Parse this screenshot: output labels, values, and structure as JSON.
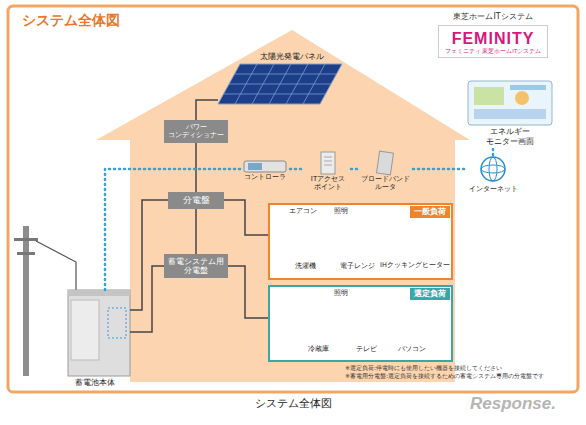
{
  "diagram": {
    "title": "システム全体図",
    "caption": "システム全体図",
    "nodes": [
      {
        "text": [
          "太陽光発電パネル"
        ]
      },
      {
        "text": [
          "パワー コンディショナー"
        ]
      },
      {
        "text": [
          "コントローラ"
        ]
      },
      {
        "text": [
          "ITアクセス ポイント"
        ]
      },
      {
        "text": [
          "ブロードバンド ルータ"
        ]
      },
      {
        "text": [
          "分電盤"
        ]
      },
      {
        "text": [
          "一般負荷"
        ]
      },
      {
        "text": [
          "エアコン"
        ],
        "in": 6
      },
      {
        "text": [
          "照明"
        ],
        "in": 6
      },
      {
        "text": [
          "洗濯機"
        ],
        "in": 6
      },
      {
        "text": [
          "電子レンジ"
        ],
        "in": 6
      },
      {
        "text": [
          "IHクッキングヒーター"
        ],
        "in": 6
      },
      {
        "text": [
          "蓄電システム用 分電盤"
        ]
      },
      {
        "text": [
          "選定負荷"
        ]
      },
      {
        "text": [
          "照明"
        ],
        "in": 13
      },
      {
        "text": [
          "冷蔵庫"
        ],
        "in": 13
      },
      {
        "text": [
          "テレビ"
        ],
        "in": 13
      },
      {
        "text": [
          "パソコン"
        ],
        "in": 13
      },
      {
        "text": [
          "蓄電池本体"
        ]
      },
      {
        "text": [
          "東芝ホームITシステム",
          "FEMINITY",
          "フェミニティ 東芝ホームITシステム"
        ]
      },
      {
        "text": [
          "エネルギー モニター画面"
        ]
      },
      {
        "text": [
          "インターネット"
        ]
      }
    ],
    "edges": [
      {
        "from": 0,
        "to": 1,
        "arrow": "none"
      },
      {
        "from": 1,
        "to": 5,
        "arrow": "none"
      },
      {
        "from": 5,
        "to": 6,
        "arrow": "none"
      },
      {
        "from": 5,
        "to": 12,
        "arrow": "none"
      },
      {
        "from": 12,
        "to": 13,
        "arrow": "none"
      },
      {
        "from": 18,
        "to": 5,
        "arrow": "none"
      },
      {
        "from": 18,
        "to": 12,
        "arrow": "none"
      },
      {
        "from": 18,
        "to": 2,
        "arrow": "none"
      },
      {
        "from": 2,
        "to": 3,
        "arrow": "none"
      },
      {
        "from": 3,
        "to": 4,
        "arrow": "none"
      },
      {
        "from": 4,
        "to": 21,
        "arrow": "none"
      },
      {
        "from": 21,
        "to": 20,
        "arrow": "none"
      }
    ],
    "labels": [
      "※選定負荷:停電時にも使用したい機器を接続してください",
      "※蓄電用分電盤:選定負荷を接続するための蓄電システム専用の分電盤です",
      "Response."
    ]
  }
}
